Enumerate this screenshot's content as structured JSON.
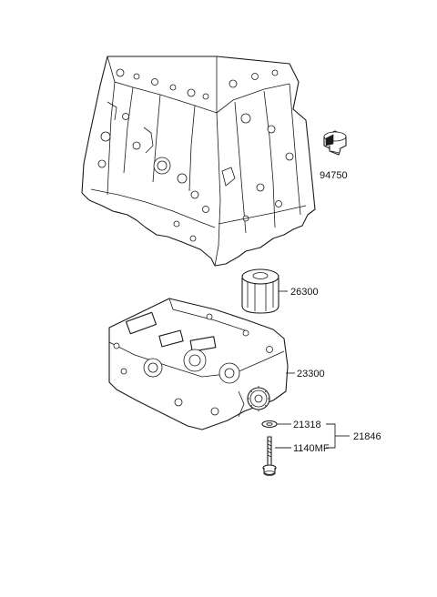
{
  "parts": {
    "oil_pressure_switch": "94750",
    "oil_filter": "26300",
    "balance_shaft_module": "23300",
    "washer": "21318",
    "bolt": "1140MF",
    "bolt_washer_set": "21846"
  }
}
